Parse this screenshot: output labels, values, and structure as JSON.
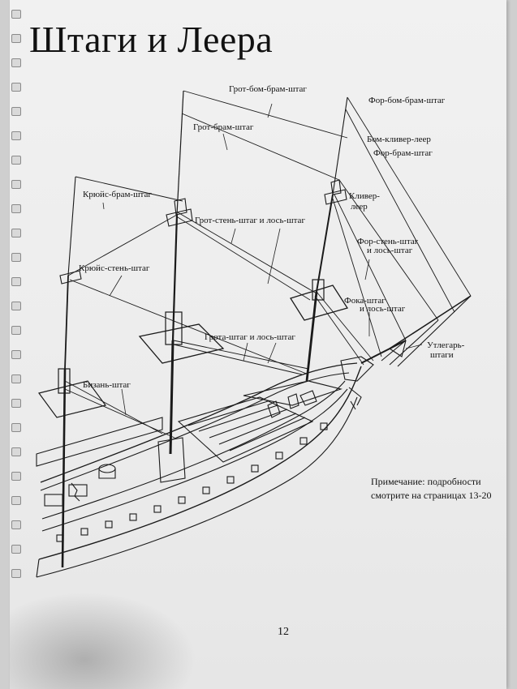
{
  "title": "Штаги и Леера",
  "labels": {
    "grot_bom_bram_shtag": "Грот-бом-брам-штаг",
    "for_bom_bram_shtag": "Фор-бом-брам-штаг",
    "grot_bram_shtag": "Грот-брам-штаг",
    "bom_kliver_leer": "Бом-кливер-леер",
    "for_bram_shtag": "Фор-брам-штаг",
    "kruys_bram_shtag": "Крюйс-брам-штаг",
    "kliver_leer_1": "Кливер-",
    "kliver_leer_2": "леер",
    "grot_sten_shtag": "Грот-стень-штаг и лось-штаг",
    "for_sten_shtag_1": "Фор-стень-штаг",
    "for_sten_shtag_2": "и лось-штаг",
    "kruys_sten_shtag": "Крюйс-стень-штаг",
    "foka_shtag_1": "Фока-штаг",
    "foka_shtag_2": "и лось-штаг",
    "grota_shtag": "Грота-штаг и лось-штаг",
    "utlegar_1": "Утлегарь-",
    "utlegar_2": "штаги",
    "bizan_shtag": "Бизань-штаг"
  },
  "note": {
    "line1": "Примечание: подробности",
    "line2": "смотрите на страницах 13-20"
  },
  "page_number": "12"
}
